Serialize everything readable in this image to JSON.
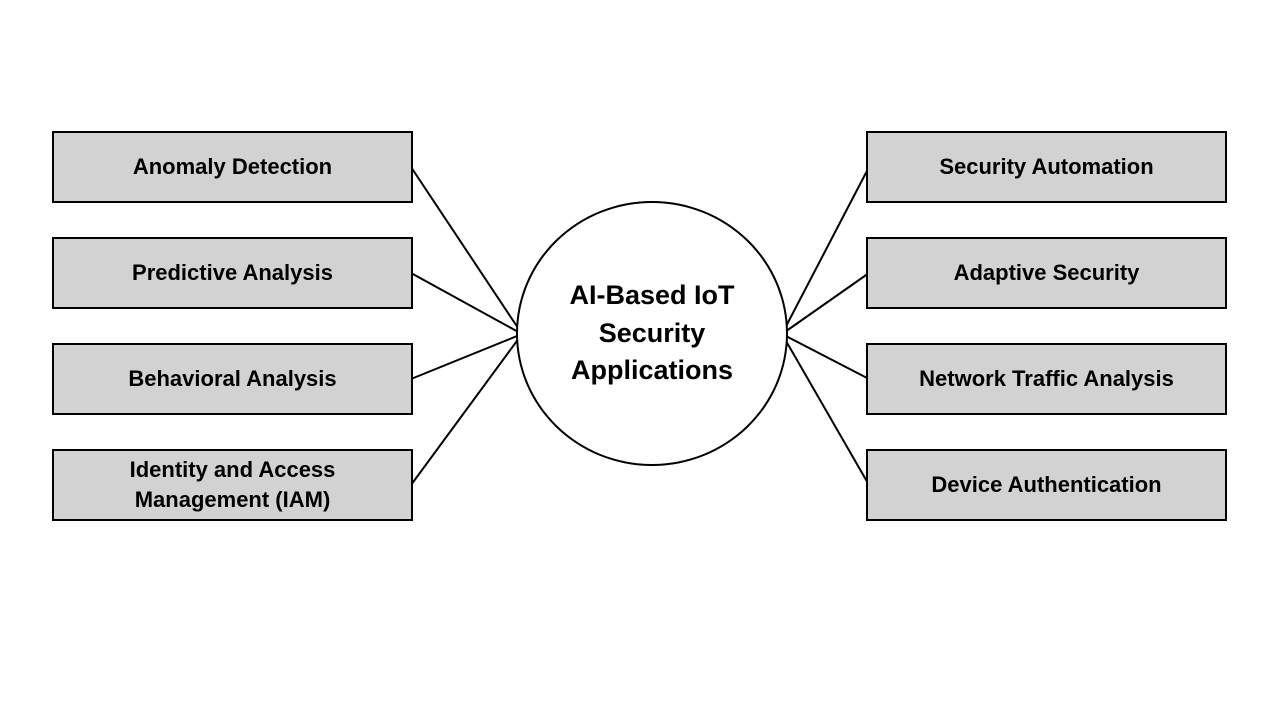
{
  "diagram": {
    "center": {
      "label": "AI-Based IoT\nSecurity\nApplications"
    },
    "left_items": [
      {
        "label": "Anomaly Detection"
      },
      {
        "label": "Predictive Analysis"
      },
      {
        "label": "Behavioral Analysis"
      },
      {
        "label": "Identity and Access\nManagement (IAM)"
      }
    ],
    "right_items": [
      {
        "label": "Security Automation"
      },
      {
        "label": "Adaptive Security"
      },
      {
        "label": "Network Traffic Analysis"
      },
      {
        "label": "Device Authentication"
      }
    ],
    "colors": {
      "background": "#ffffff",
      "box_fill": "#d2d2d2",
      "box_border": "#000000",
      "connector": "#000000",
      "circle_fill": "#ffffff",
      "text": "#000000"
    }
  }
}
